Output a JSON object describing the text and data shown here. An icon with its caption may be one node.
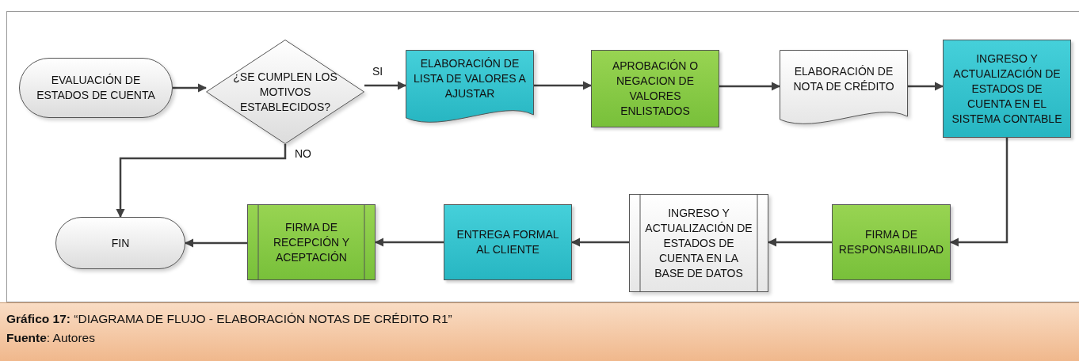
{
  "diagram": {
    "caption": "**Gráfico 17:** “DIAGRAMA DE FLUJO - ELABORACIÓN NOTAS DE CRÉDITO R1”",
    "nodes": [
      {
        "text": [
          "EVALUACIÓN DE ESTADOS DE CUENTA"
        ]
      },
      {
        "text": [
          "¿SE CUMPLEN LOS MOTIVOS ESTABLECIDOS?"
        ]
      },
      {
        "text": [
          "ELABORACIÓN DE LISTA DE VALORES A AJUSTAR"
        ]
      },
      {
        "text": [
          "APROBACIÓN O NEGACION DE VALORES ENLISTADOS"
        ]
      },
      {
        "text": [
          "ELABORACIÓN DE NOTA DE CRÉDITO"
        ]
      },
      {
        "text": [
          "INGRESO Y ACTUALIZACIÓN DE ESTADOS DE CUENTA EN EL SISTEMA CONTABLE"
        ]
      },
      {
        "text": [
          "FIRMA DE RESPONSABILIDAD"
        ]
      },
      {
        "text": [
          "INGRESO Y ACTUALIZACIÓN DE ESTADOS DE CUENTA EN LA BASE DE DATOS"
        ]
      },
      {
        "text": [
          "ENTREGA FORMAL AL CLIENTE"
        ]
      },
      {
        "text": [
          "FIRMA DE RECEPCIÓN Y ACEPTACIÓN"
        ]
      },
      {
        "text": [
          "FIN"
        ]
      }
    ],
    "edges": [
      {
        "from": 0,
        "to": 1,
        "arrow": "to"
      },
      {
        "from": 1,
        "to": 2,
        "arrow": "to",
        "label": "SI"
      },
      {
        "from": 2,
        "to": 3,
        "arrow": "to"
      },
      {
        "from": 3,
        "to": 4,
        "arrow": "to"
      },
      {
        "from": 4,
        "to": 5,
        "arrow": "to"
      },
      {
        "from": 5,
        "to": 6,
        "arrow": "to"
      },
      {
        "from": 6,
        "to": 7,
        "arrow": "to"
      },
      {
        "from": 7,
        "to": 8,
        "arrow": "to"
      },
      {
        "from": 8,
        "to": 9,
        "arrow": "to"
      },
      {
        "from": 9,
        "to": 10,
        "arrow": "to"
      },
      {
        "from": 1,
        "to": 10,
        "arrow": "to",
        "label": "NO"
      }
    ],
    "labels": [
      "**Fuente**: Autores"
    ]
  }
}
